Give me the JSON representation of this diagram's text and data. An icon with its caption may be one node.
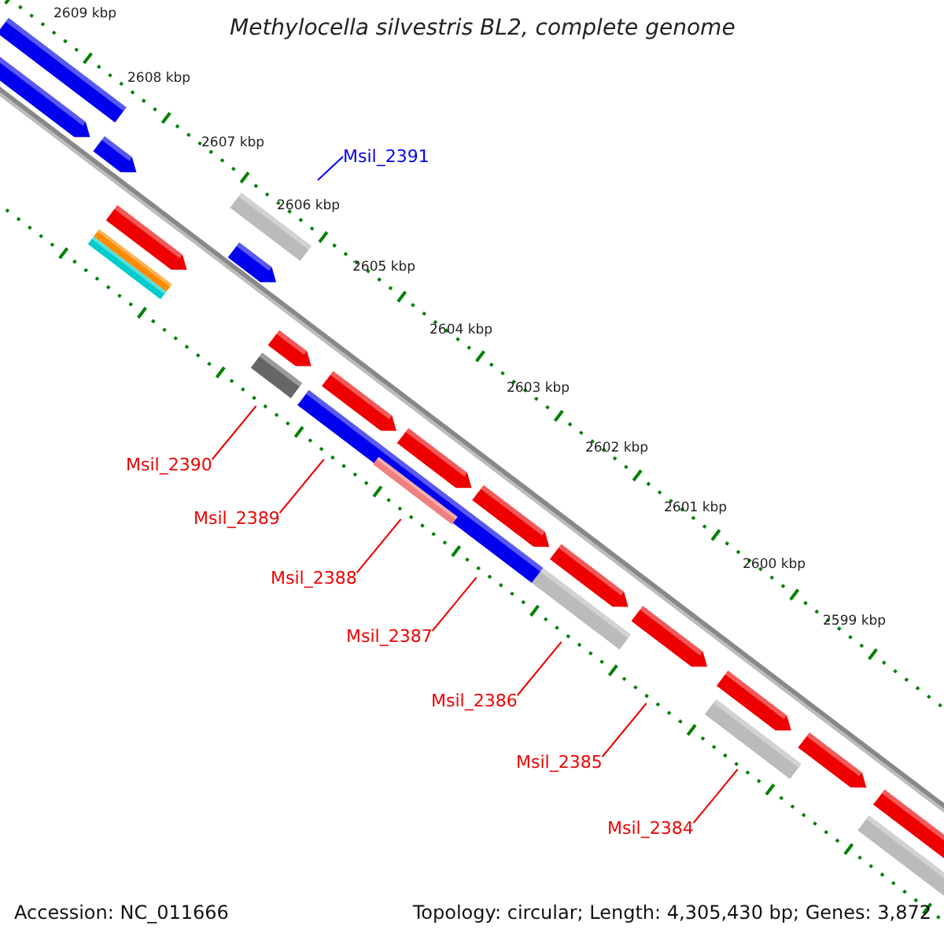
{
  "diagram": {
    "title": "Methylocella silvestris BL2, complete genome",
    "nodes": [
      {
        "text": [
          "Msil_2391"
        ]
      },
      {
        "text": [
          "Msil_2390"
        ]
      },
      {
        "text": [
          "Msil_2389"
        ]
      },
      {
        "text": [
          "Msil_2388"
        ]
      },
      {
        "text": [
          "Msil_2387"
        ]
      },
      {
        "text": [
          "Msil_2386"
        ]
      },
      {
        "text": [
          "Msil_2385"
        ]
      },
      {
        "text": [
          "Msil_2384"
        ]
      }
    ],
    "edges": [
      {
        "from": 0,
        "to": null,
        "arrow": "none",
        "color": "#0000ff"
      },
      {
        "from": 1,
        "to": null,
        "arrow": "none"
      },
      {
        "from": 2,
        "to": null,
        "arrow": "none"
      },
      {
        "from": 3,
        "to": null,
        "arrow": "none"
      },
      {
        "from": 4,
        "to": null,
        "arrow": "none"
      },
      {
        "from": 5,
        "to": null,
        "arrow": "none"
      },
      {
        "from": 6,
        "to": null,
        "arrow": "none"
      },
      {
        "from": 7,
        "to": null,
        "arrow": "none"
      }
    ],
    "labels": [
      "2609 kbp",
      "2608 kbp",
      "2607 kbp",
      "2606 kbp",
      "2605 kbp",
      "2604 kbp",
      "2603 kbp",
      "2602 kbp",
      "2601 kbp",
      "2600 kbp",
      "2599 kbp",
      "Accession: NC_011666",
      "Topology: circular; Length: 4,305,430 bp; Genes: 3,872"
    ]
  }
}
